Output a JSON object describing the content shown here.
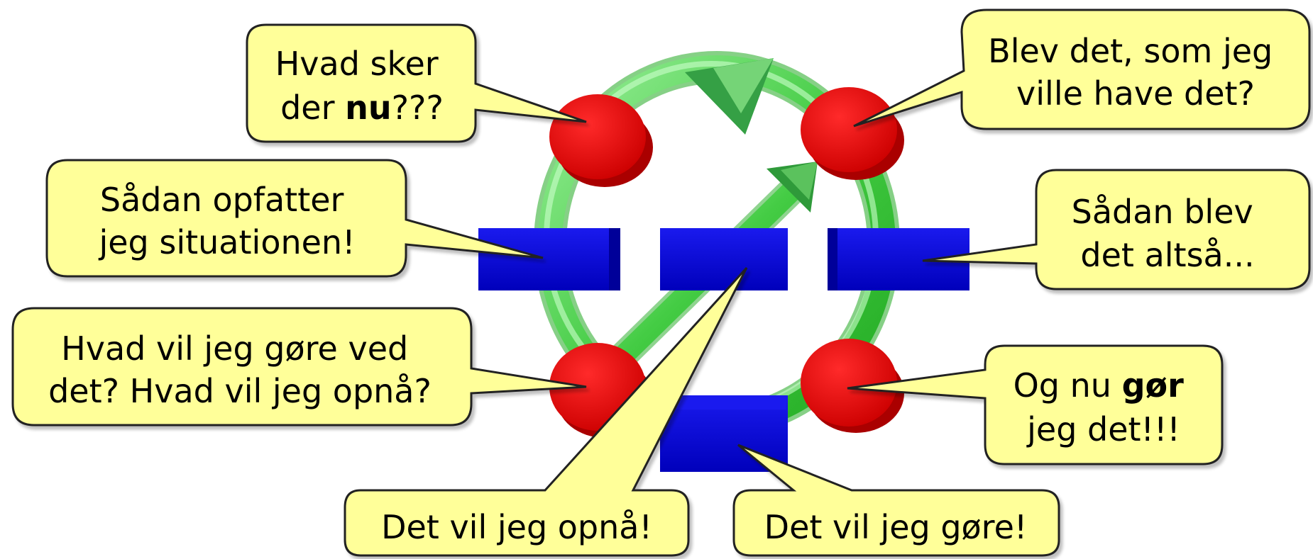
{
  "diagram": {
    "colors": {
      "callout_fill": "#ffff99",
      "callout_stroke": "#222222",
      "ring": "#33cc33",
      "node_red": "#dd0000",
      "block_blue": "#0000cc"
    },
    "callouts": {
      "top_left": {
        "line1": "Hvad sker",
        "line2_pre": "der ",
        "line2_bold": "nu",
        "line2_post": "???"
      },
      "top_right": {
        "line1": "Blev det, som jeg",
        "line2": "ville have det?"
      },
      "mid_left": {
        "line1": "Sådan opfatter",
        "line2": "jeg situationen!"
      },
      "mid_right": {
        "line1": "Sådan blev",
        "line2": "det altså..."
      },
      "low_left": {
        "line1": "Hvad vil jeg gøre ved",
        "line2": "det? Hvad vil jeg opnå?"
      },
      "low_right": {
        "line1_pre": "Og nu ",
        "line1_bold": "gør",
        "line2": "jeg det!!!"
      },
      "bottom_left": {
        "line1": "Det vil jeg opnå!"
      },
      "bottom_right": {
        "line1": "Det vil jeg gøre!"
      }
    }
  }
}
